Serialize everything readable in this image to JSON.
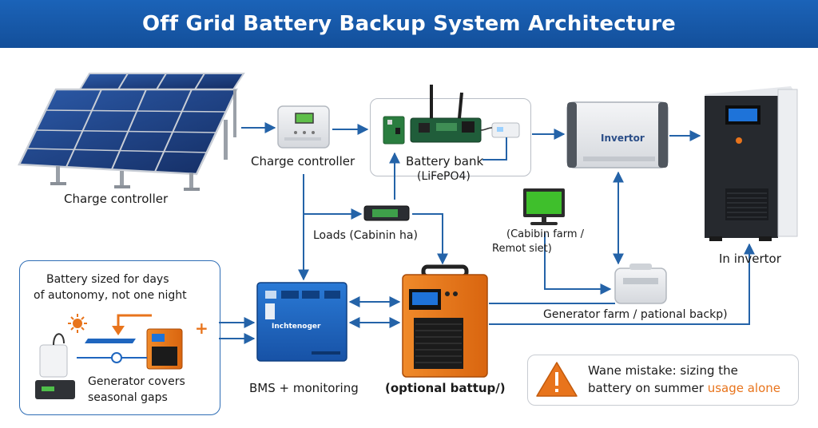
{
  "title": "Off Grid Battery Backup System Architecture",
  "labels": {
    "solar": "Charge controller",
    "charge_controller": "Charge controller",
    "battery_bank_line1": "Battery bank",
    "battery_bank_line2": "(LiFePO4)",
    "loads": "Loads (Cabinin ha)",
    "cabin_line1": "(Cabibin farm /",
    "cabin_line2": "Remot siet)",
    "inverter": "Invertor",
    "in_inverter": "In invertor",
    "generator": "Generator farm / pational backp)",
    "bms": "BMS + monitoring",
    "bms_brand": "Inchtenoger",
    "optional": "(optional battup/)"
  },
  "inset": {
    "line1": "Battery sized for days",
    "line2": "of autonomy, not one night",
    "line3": "Generator covers",
    "line4": "seasonal gaps"
  },
  "warning": {
    "line1": "Wane mistake: sizing the",
    "line2_part1": "battery on summer ",
    "line2_highlight": "usage alone"
  },
  "colors": {
    "header": "#1b5fb0",
    "arrow": "#2463a8",
    "accent_orange": "#e8741c",
    "bms_blue": "#1f66bf",
    "panel": "#1e3e7a"
  }
}
